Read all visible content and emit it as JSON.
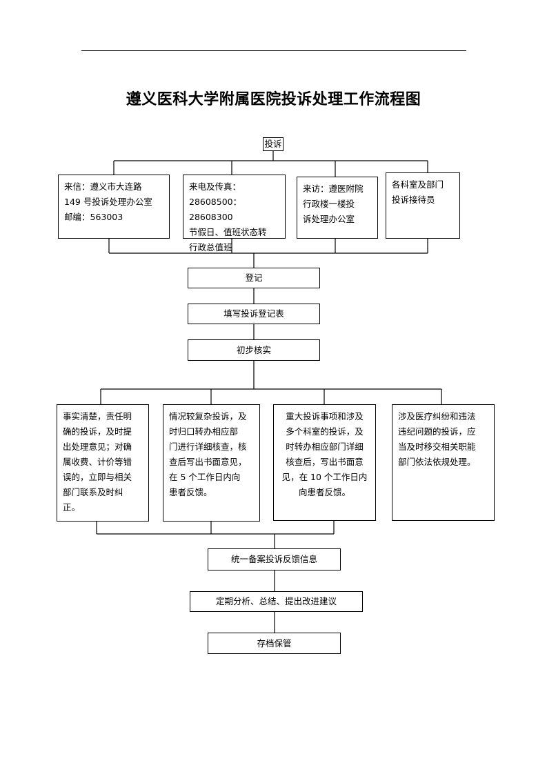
{
  "title": "遵义医科大学附属医院投诉处理工作流程图",
  "start": "投诉",
  "channels": [
    "来信：遵义市大连路\n149 号投诉处理办公室\n邮编：563003",
    "来电及传真：\n28608500：28608300\n节假日、值班状态转\n行政总值班",
    "来访：遵医附院\n行政楼一楼投\n诉处理办公室",
    "各科室及部门\n投诉接待员"
  ],
  "steps": [
    "登记",
    "填写投诉登记表",
    "初步核实"
  ],
  "cases": [
    "事实清楚，责任明\n确的投诉，及时提\n出处理意见；对确\n属收费、计价等错\n误的，立即与相关\n部门联系及时纠\n正。",
    "情况较复杂投诉，及\n时归口转办相应部\n门进行详细核查，核\n查后写出书面意见，\n在 5 个工作日内向\n患者反馈。",
    "重大投诉事项和涉及\n多个科室的投诉，及\n时转办相应部门详细\n核查后，写出书面意\n见，在 10 个工作日内\n向患者反馈。",
    "涉及医疗纠纷和违法\n违纪问题的投诉，应\n当及时移交相关职能\n部门依法依规处理。"
  ],
  "final_steps": [
    "统一备案投诉反馈信息",
    "定期分析、总结、提出改进建议",
    "存档保管"
  ]
}
